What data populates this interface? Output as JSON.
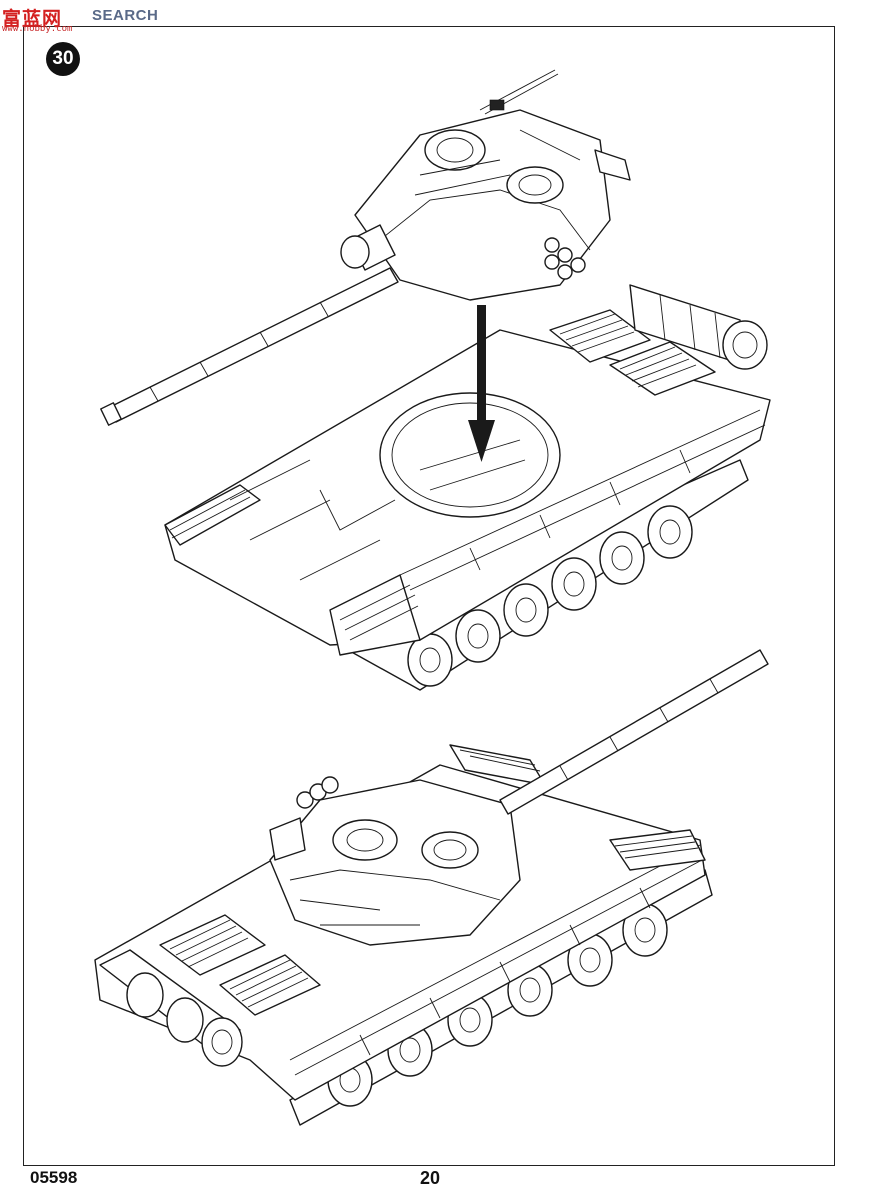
{
  "watermark": {
    "logo": "富蓝网",
    "text": "SEARCH",
    "url": "www.hobby.com"
  },
  "step": {
    "number": "30"
  },
  "footer": {
    "product_code": "05598",
    "page_number": "20"
  },
  "icons": [
    "assembly-arrow-icon"
  ]
}
